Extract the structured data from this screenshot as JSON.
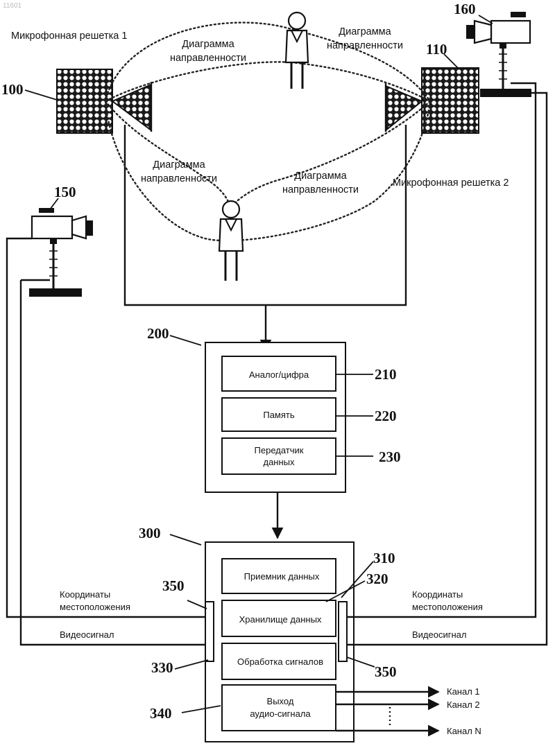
{
  "corner_mark": "11601",
  "labels": {
    "mic_array_1": "Микрофонная решетка 1",
    "mic_array_2": "Микрофонная решетка 2",
    "pattern_tl": [
      "Диаграмма",
      "направленности"
    ],
    "pattern_tr": [
      "Диаграмма",
      "направленности"
    ],
    "pattern_ml": [
      "Диаграмма",
      "направленности"
    ],
    "pattern_mr": [
      "Диаграмма",
      "направленности"
    ],
    "coords_left": [
      "Координаты",
      "местоположения"
    ],
    "coords_right": [
      "Координаты",
      "местоположения"
    ],
    "video_left": "Видеосигнал",
    "video_right": "Видеосигнал"
  },
  "refs": {
    "mic1": "100",
    "mic2": "110",
    "cam1": "150",
    "cam2": "160",
    "unit200": "200",
    "r210": "210",
    "r220": "220",
    "r230": "230",
    "unit300": "300",
    "r310": "310",
    "r320": "320",
    "r330": "330",
    "r340": "340",
    "r350a": "350",
    "r350b": "350"
  },
  "unit200_blocks": {
    "adc": "Аналог/цифра",
    "memory": "Память",
    "tx": [
      "Передатчик",
      "данных"
    ]
  },
  "unit300_blocks": {
    "rx": "Приемник данных",
    "storage": "Хранилище данных",
    "processing": "Обработка сигналов",
    "audio_out": [
      "Выход",
      "аудио-сигнала"
    ]
  },
  "channels": [
    "Канал 1",
    "Канал 2",
    "Канал N"
  ]
}
